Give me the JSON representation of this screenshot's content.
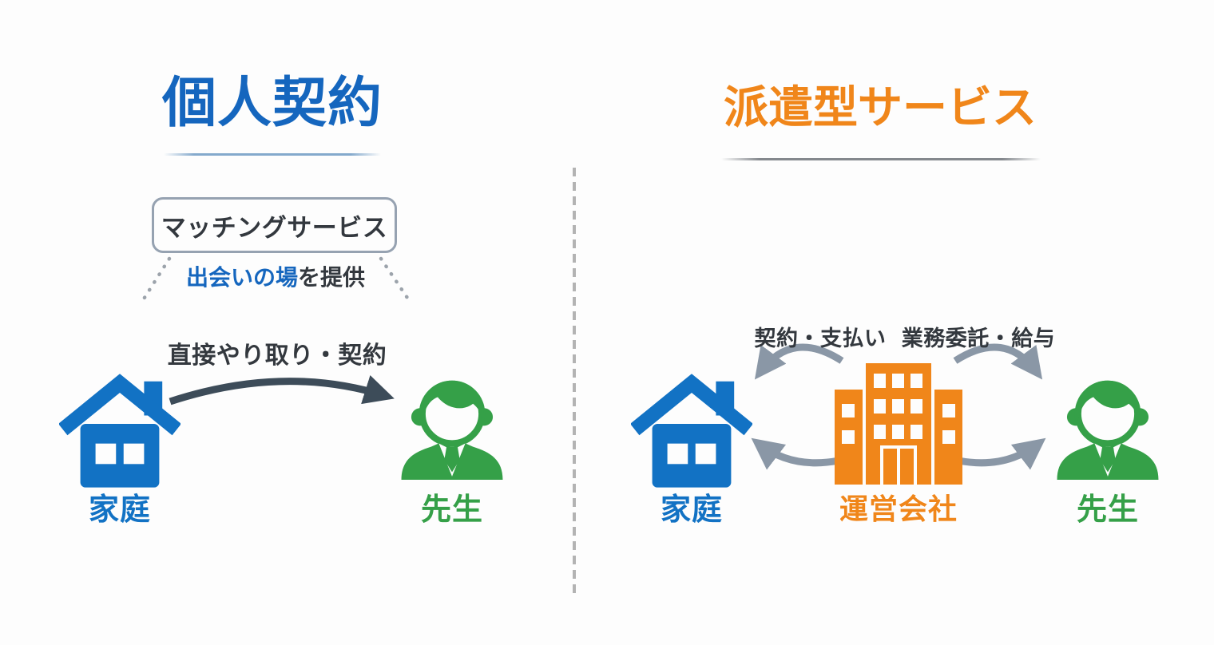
{
  "left_section": {
    "title": "個人契約",
    "matching_box_label": "マッチングサービス",
    "meeting_note_highlight": "出会いの場",
    "meeting_note_rest": "を提供",
    "direct_arrow_label": "直接やり取り・契約",
    "home_label": "家庭",
    "teacher_label": "先生"
  },
  "right_section": {
    "title": "派遣型サービス",
    "contract_payment_label": "契約・支払い",
    "outsourcing_salary_label": "業務委託・給与",
    "home_label": "家庭",
    "company_label": "運営会社",
    "teacher_label": "先生"
  },
  "icons": {
    "left_home": "house-icon",
    "left_teacher": "person-icon",
    "right_home": "house-icon",
    "company": "building-icon",
    "right_teacher": "person-icon"
  },
  "colors": {
    "blue": "#1566BE",
    "orange": "#F0861A",
    "green": "#35A048",
    "house_blue": "#1272C4",
    "dark_arrow": "#3D4C59",
    "gray_arrow": "#8A97A6",
    "text_dark": "#33383E",
    "divider_gray": "#B3B3B3"
  }
}
